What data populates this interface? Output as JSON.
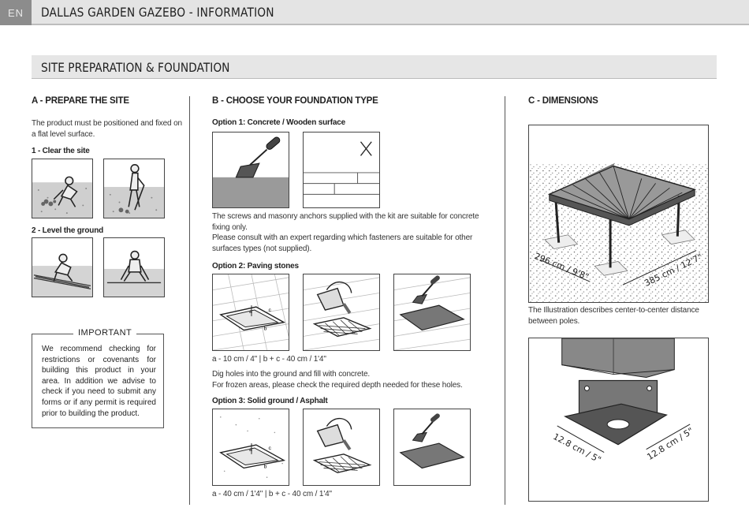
{
  "header": {
    "lang": "EN",
    "title": "DALLAS GARDEN GAZEBO - INFORMATION"
  },
  "section": {
    "title": "SITE PREPARATION & FOUNDATION"
  },
  "colA": {
    "heading": "A - PREPARE THE SITE",
    "intro": "The product must be positioned and fixed on a flat level surface.",
    "step1": "1 - Clear the site",
    "step2": "2 - Level the ground",
    "important": {
      "label": "IMPORTANT",
      "text": "We recommend checking for restrictions or covenants for building this product in your area. In addition we advise to check if you need to submit any forms or if any permit is required prior to building the product."
    }
  },
  "colB": {
    "heading": "B -  CHOOSE YOUR FOUNDATION TYPE",
    "option1": {
      "title": "Option 1: Concrete / Wooden surface",
      "text1": "The screws and masonry anchors supplied with the kit are suitable for concrete fixing only.",
      "text2": "Please consult with an expert regarding which fasteners are suitable for other surfaces types (not supplied)."
    },
    "option2": {
      "title": "Option 2: Paving stones",
      "dims": "a - 10 cm / 4\"  |  b + c - 40 cm / 1'4\"",
      "text1": "Dig holes into the ground and fill with concrete.",
      "text2": "For frozen areas, please check the required depth needed for these holes."
    },
    "option3": {
      "title": "Option 3: Solid ground / Asphalt",
      "dims": "a - 40 cm / 1'4\"  |  b + c - 40 cm / 1'4\""
    },
    "labels": {
      "a": "a",
      "b": "b",
      "c": "c"
    }
  },
  "colC": {
    "heading": "C -  DIMENSIONS",
    "dim_left": "296 cm / 9'8\"",
    "dim_right": "385  cm / 12'7\"",
    "caption": "The Illustration describes center-to-center distance between poles.",
    "plate_left": "12.8 cm / 5\"",
    "plate_right": "12.8 cm / 5\""
  }
}
